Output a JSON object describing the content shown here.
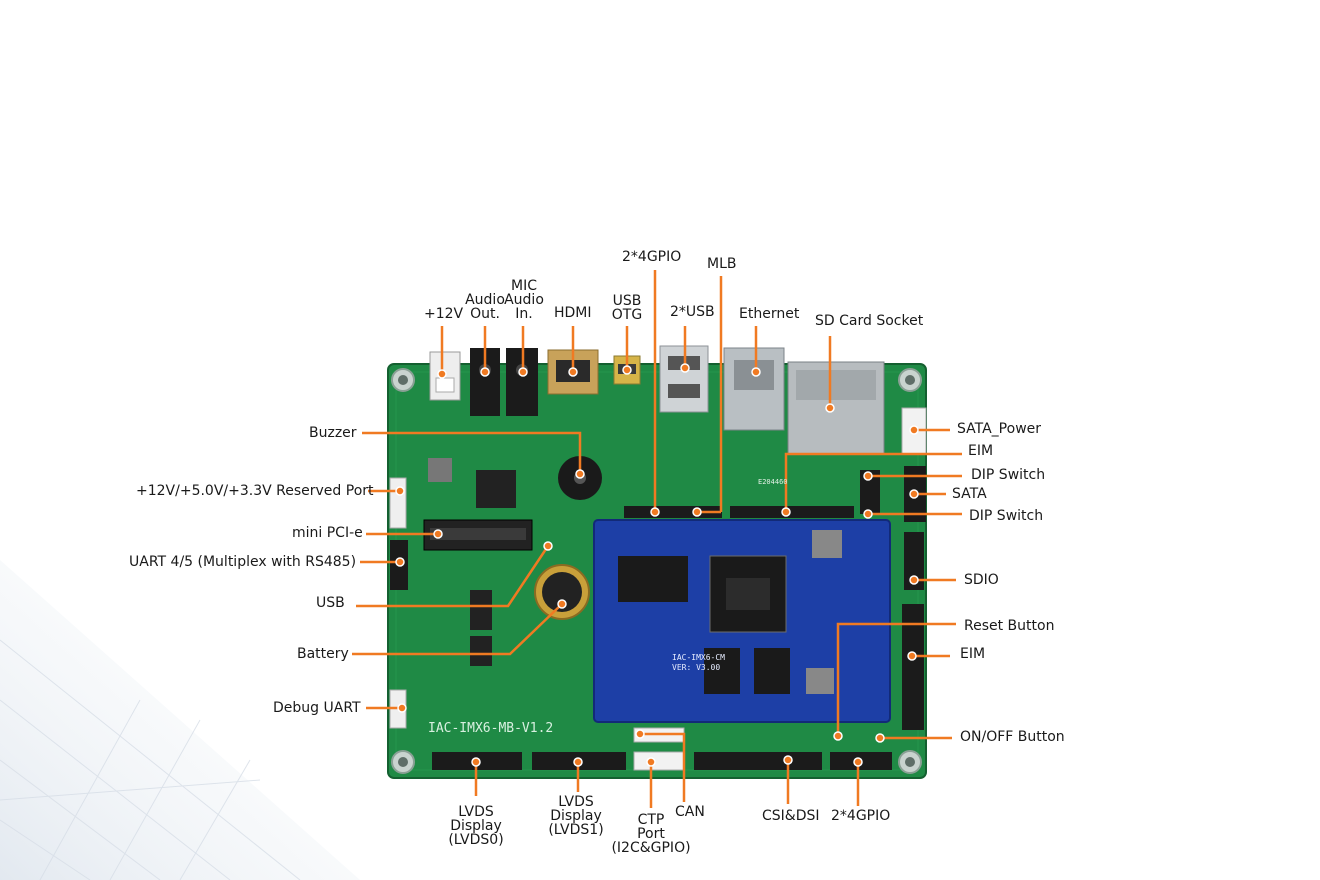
{
  "colors": {
    "pcb": "#1f8a45",
    "pcb_dark": "#176b36",
    "som": "#1d3fa6",
    "leader": "#f07a22",
    "text": "#1a1a1a"
  },
  "board": {
    "silkscreen": "IAC-IMX6-MB-V1.2",
    "som_silkscreen_line1": "IAC-IMX6-CM",
    "som_silkscreen_line2": "VER: V3.00",
    "chip_text": "E204460"
  },
  "labels": {
    "gpio_top": "2*4GPIO",
    "mlb": "MLB",
    "mic_audio_in": [
      "MIC",
      "Audio",
      "In."
    ],
    "audio_out": [
      "Audio",
      "Out."
    ],
    "p12v": "+12V",
    "hdmi": "HDMI",
    "usb_otg": [
      "USB",
      "OTG"
    ],
    "usb2": "2*USB",
    "ethernet": "Ethernet",
    "sd_card": "SD Card Socket",
    "buzzer": "Buzzer",
    "reserved_port": "+12V/+5.0V/+3.3V Reserved Port",
    "mini_pcie": "mini PCI-e",
    "uart45": "UART 4/5 (Multiplex with RS485)",
    "usb": "USB",
    "battery": "Battery",
    "debug_uart": "Debug UART",
    "sata_power": "SATA_Power",
    "eim_top": "EIM",
    "dip_switch_1": "DIP Switch",
    "sata": "SATA",
    "dip_switch_2": "DIP Switch",
    "sdio": "SDIO",
    "reset_button": "Reset Button",
    "eim_right": "EIM",
    "onoff_button": "ON/OFF Button",
    "lvds0": [
      "LVDS",
      "Display",
      "(LVDS0)"
    ],
    "lvds1": [
      "LVDS",
      "Display",
      "(LVDS1)"
    ],
    "ctp": [
      "CTP",
      "Port",
      "(I2C&GPIO)"
    ],
    "can": "CAN",
    "csi_dsi": "CSI&DSI",
    "gpio_bottom": "2*4GPIO"
  }
}
